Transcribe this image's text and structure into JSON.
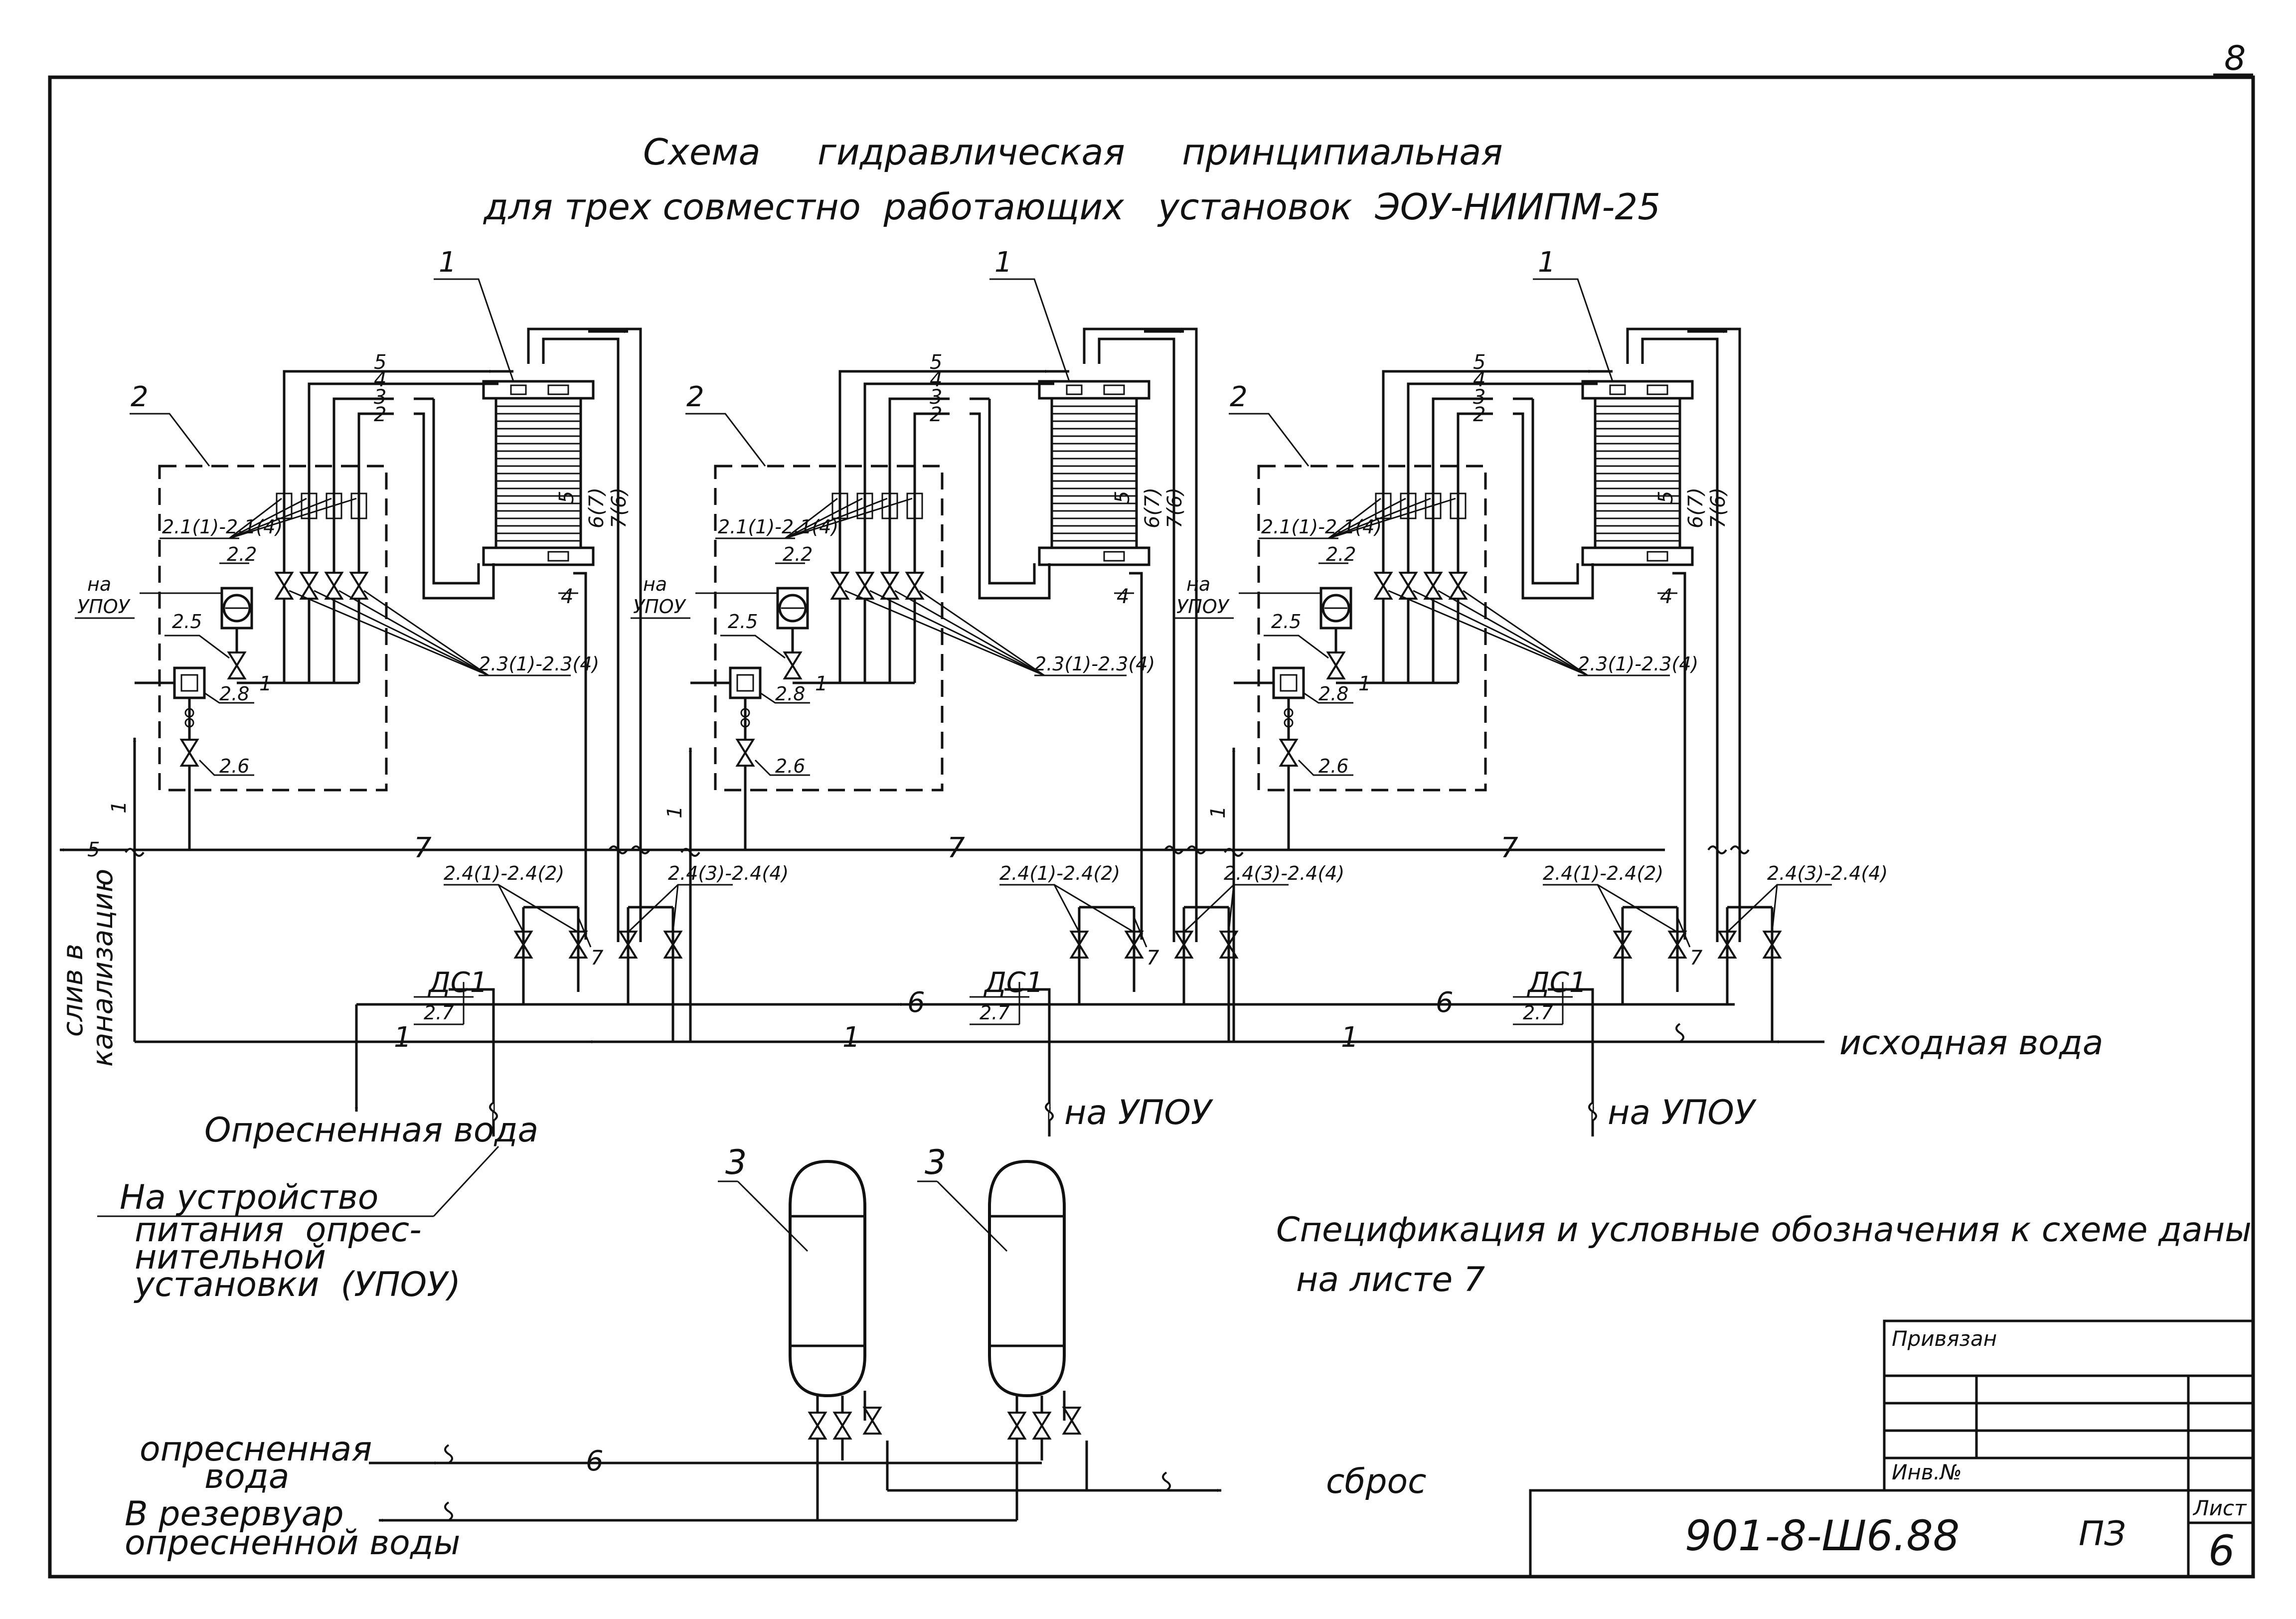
{
  "sheet": {
    "page_number": "8",
    "title_line1": "Схема     гидравлическая     принципиальная",
    "title_line2": "для трех совместно  работающих   установок  ЭОУ-НИИПМ-25"
  },
  "stream_labels": {
    "pipe_1": "1",
    "pipe_2": "2",
    "pipe_3": "3",
    "pipe_4": "4",
    "pipe_5": "5",
    "pipe_6": "6",
    "pipe_7": "7",
    "pipe_6_7": "6(7)",
    "pipe_7_6": "7(6)"
  },
  "units": [
    {
      "apparatus": "1",
      "module": "2",
      "sensors_label": "2.1(1)-2.1(4)",
      "filter_label": "2.2",
      "valves_label": "2.3(1)-2.3(4)",
      "check_valve_label": "2.5",
      "meter_label": "2.8",
      "drain_valve_label": "2.6",
      "left_valves_label": "2.4(1)-2.4(2)",
      "right_valves_label": "2.4(3)-2.4(4)",
      "ds_label": "ДС1",
      "ds_pos": "2.7",
      "upou_line1": "на",
      "upou_line2": "УПОУ"
    },
    {
      "apparatus": "1",
      "module": "2",
      "sensors_label": "2.1(1)-2.1(4)",
      "filter_label": "2.2",
      "valves_label": "2.3(1)-2.3(4)",
      "check_valve_label": "2.5",
      "meter_label": "2.8",
      "drain_valve_label": "2.6",
      "left_valves_label": "2.4(1)-2.4(2)",
      "right_valves_label": "2.4(3)-2.4(4)",
      "ds_label": "ДС1",
      "ds_pos": "2.7",
      "upou_line1": "на",
      "upou_line2": "УПОУ",
      "upou_bottom": "на УПОУ"
    },
    {
      "apparatus": "1",
      "module": "2",
      "sensors_label": "2.1(1)-2.1(4)",
      "filter_label": "2.2",
      "valves_label": "2.3(1)-2.3(4)",
      "check_valve_label": "2.5",
      "meter_label": "2.8",
      "drain_valve_label": "2.6",
      "left_valves_label": "2.4(1)-2.4(2)",
      "right_valves_label": "2.4(3)-2.4(4)",
      "ds_label": "ДС1",
      "ds_pos": "2.7",
      "upou_line1": "на",
      "upou_line2": "УПОУ",
      "upou_bottom": "на УПОУ"
    }
  ],
  "flows": {
    "drain_line1": "слив в",
    "drain_line2": "канализацию",
    "source_water": "исходная вода",
    "desalinated_water": "Опресненная вода",
    "device_line1": "На устройство",
    "device_line2": "питания  опрес-",
    "device_line3": "нительной",
    "device_line4": "установки  (УПОУ)"
  },
  "tanks": {
    "tank_label": "3",
    "inlet_line1": "опресненная",
    "inlet_line2": "вода",
    "outlet_line1": "В резервуар",
    "outlet_line2": "опресненной воды",
    "discharge": "сброс"
  },
  "notes": {
    "spec_line1": "Спецификация и условные обозначения к схеме даны",
    "spec_line2": "на листе 7"
  },
  "stamp": {
    "attached": "Привязан",
    "inv_no": "Инв.№",
    "code": "901-8-Ш6.88",
    "section": "ПЗ",
    "sheet_label": "Лист",
    "sheet_no": "6"
  }
}
